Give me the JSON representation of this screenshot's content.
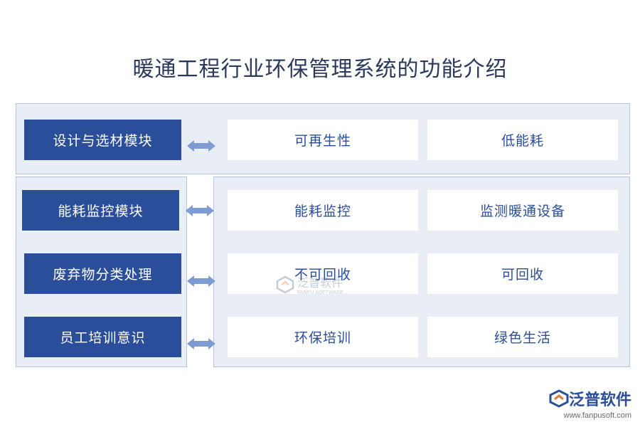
{
  "title": "暖通工程行业环保管理系统的功能介绍",
  "modules": [
    {
      "label": "设计与选材模块",
      "items": [
        "可再生性",
        "低能耗"
      ]
    },
    {
      "label": "能耗监控模块",
      "items": [
        "能耗监控",
        "监测暖通设备"
      ]
    },
    {
      "label": "废弃物分类处理",
      "items": [
        "不可回收",
        "可回收"
      ]
    },
    {
      "label": "员工培训意识",
      "items": [
        "环保培训",
        "绿色生活"
      ]
    }
  ],
  "watermark": {
    "text": "泛普软件",
    "subtext": "FANPU SOFTWARE"
  },
  "logo": {
    "name": "泛普软件",
    "url": "www.fanpusoft.com"
  },
  "colors": {
    "module_bg": "#2b4e9b",
    "panel_bg": "#e9edf6",
    "arrow": "#7f9bd4",
    "text_blue": "#2b4e9b"
  }
}
